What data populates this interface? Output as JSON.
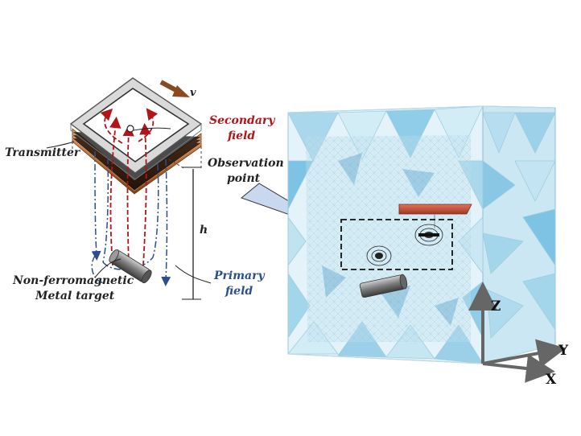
{
  "labels": {
    "velocity": "v",
    "secondary_field_line1": "Secondary",
    "secondary_field_line2": "field",
    "transmitter": "Transmitter",
    "observation_line1": "Observation",
    "observation_line2": "point",
    "height": "h",
    "target_line1": "Non-ferromagnetic",
    "target_line2": "Metal target",
    "primary_line1": "Primary",
    "primary_line2": "field"
  },
  "axes": {
    "z": "Z",
    "y": "Y",
    "x": "X"
  },
  "colors": {
    "secondary_field": "#b0151a",
    "primary_field": "#2a4f8c",
    "coil": "#b86a35",
    "arrow_v": "#8a4a1f",
    "mesh_fill": "#bfe3f0",
    "mesh_dark": "#6fb6d8",
    "sensor_bar": "#c8553a"
  }
}
